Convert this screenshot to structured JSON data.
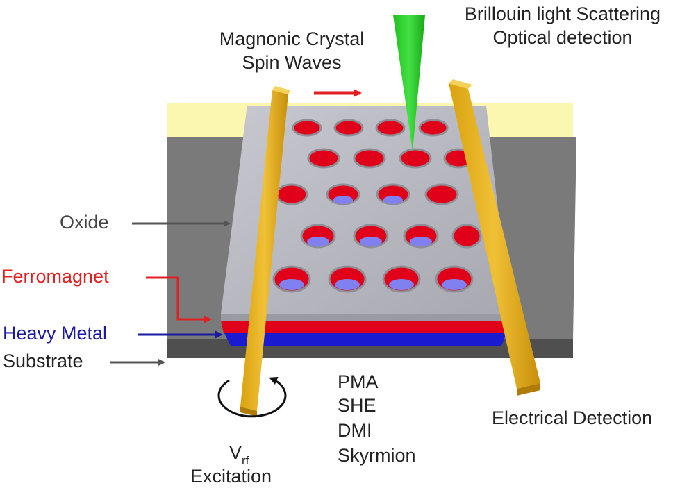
{
  "labels": {
    "magnonic_crystal": "Magnonic Crystal",
    "spin_waves": "Spin Waves",
    "bls_line1": "Brillouin light Scattering",
    "bls_line2": "Optical detection",
    "oxide": "Oxide",
    "ferromagnet": "Ferromagnet",
    "heavy_metal": "Heavy Metal",
    "substrate": "Substrate",
    "effects": [
      "PMA",
      "SHE",
      "DMI",
      "Skyrmion"
    ],
    "vrf_main": "V",
    "vrf_sub": "rf",
    "excitation": "Excitation",
    "electrical_detection": "Electrical Detection"
  },
  "colors": {
    "oxide_layer": "#b9b9c0",
    "ferromagnet": "#e0001a",
    "heavy_metal": "#1a1ad0",
    "substrate": "#6b6b6b",
    "electrode": "#e0b020",
    "laser": "#22cc22",
    "ferromagnet_label": "#e02020",
    "heavy_metal_label": "#1a1aa0"
  },
  "icons": {
    "rotation": "circular-arrow-icon",
    "laser": "laser-beam-icon"
  }
}
